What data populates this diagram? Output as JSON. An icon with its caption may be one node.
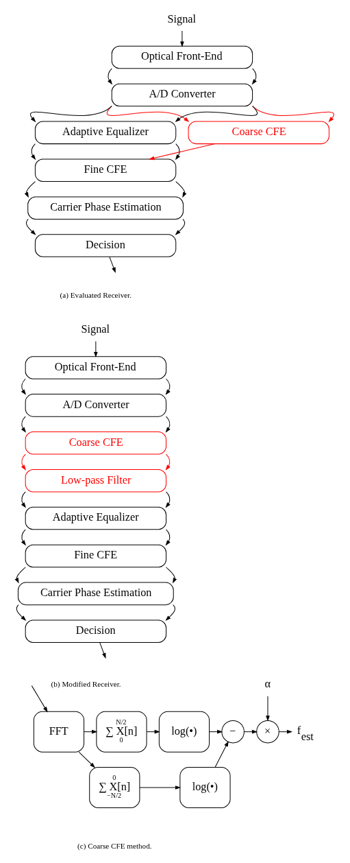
{
  "diagram": {
    "nodes": [
      {
        "text": [
          "Signal"
        ]
      },
      {
        "text": [
          "Optical Front-End"
        ]
      },
      {
        "text": [
          "A/D Converter"
        ]
      },
      {
        "text": [
          "Coarse CFE"
        ]
      },
      {
        "text": [
          "Adaptive Equalizer"
        ]
      },
      {
        "text": [
          "Fine CFE"
        ]
      },
      {
        "text": [
          "Carrier Phase Estimation"
        ]
      },
      {
        "text": [
          "Decision"
        ]
      },
      {
        "text": [
          "Signal"
        ]
      },
      {
        "text": [
          "Optical Front-End"
        ]
      },
      {
        "text": [
          "A/D Converter"
        ]
      },
      {
        "text": [
          "Coarse CFE"
        ]
      },
      {
        "text": [
          "Low-pass Filter"
        ]
      },
      {
        "text": [
          "Adaptive Equalizer"
        ]
      },
      {
        "text": [
          "Fine CFE"
        ]
      },
      {
        "text": [
          "Carrier Phase Estimation"
        ]
      },
      {
        "text": [
          "Decision"
        ]
      },
      {
        "text": [
          "FFT"
        ]
      },
      {
        "text": [
          "N/2",
          "∑ X[n]",
          "0"
        ]
      },
      {
        "text": [
          "log(•)"
        ]
      },
      {
        "text": [
          "0",
          "∑ X[n]",
          "−N/2"
        ]
      },
      {
        "text": [
          "log(•)"
        ]
      },
      {
        "text": [
          "−"
        ]
      },
      {
        "text": [
          "×"
        ]
      },
      {
        "text": [
          "α"
        ]
      },
      {
        "text": [
          "f$_{est}$"
        ]
      }
    ],
    "edges": [
      {
        "from": 0,
        "to": 1,
        "arrow": "to"
      },
      {
        "from": 1,
        "to": 2,
        "arrow": "to"
      },
      {
        "from": 1,
        "to": 2,
        "arrow": "to"
      },
      {
        "from": 2,
        "to": 3,
        "arrow": "to",
        "color": "#ff0000"
      },
      {
        "from": 2,
        "to": 3,
        "arrow": "to",
        "color": "#ff0000"
      },
      {
        "from": 2,
        "to": 4,
        "arrow": "to"
      },
      {
        "from": 2,
        "to": 4,
        "arrow": "to"
      },
      {
        "from": 3,
        "to": 5,
        "arrow": "to",
        "color": "#ff0000"
      },
      {
        "from": 4,
        "to": 5,
        "arrow": "to"
      },
      {
        "from": 4,
        "to": 5,
        "arrow": "to"
      },
      {
        "from": 5,
        "to": 6,
        "arrow": "to"
      },
      {
        "from": 5,
        "to": 6,
        "arrow": "to"
      },
      {
        "from": 6,
        "to": 7,
        "arrow": "to"
      },
      {
        "from": 6,
        "to": 7,
        "arrow": "to"
      },
      {
        "from": 7,
        "to": null,
        "arrow": "to"
      },
      {
        "from": 8,
        "to": 9,
        "arrow": "to"
      },
      {
        "from": 9,
        "to": 10,
        "arrow": "to"
      },
      {
        "from": 9,
        "to": 10,
        "arrow": "to"
      },
      {
        "from": 10,
        "to": 11,
        "arrow": "to"
      },
      {
        "from": 10,
        "to": 11,
        "arrow": "to"
      },
      {
        "from": 11,
        "to": 12,
        "arrow": "to",
        "color": "#ff0000"
      },
      {
        "from": 11,
        "to": 12,
        "arrow": "to",
        "color": "#ff0000"
      },
      {
        "from": 12,
        "to": 13,
        "arrow": "to"
      },
      {
        "from": 12,
        "to": 13,
        "arrow": "to"
      },
      {
        "from": 13,
        "to": 14,
        "arrow": "to"
      },
      {
        "from": 13,
        "to": 14,
        "arrow": "to"
      },
      {
        "from": 14,
        "to": 15,
        "arrow": "to"
      },
      {
        "from": 14,
        "to": 15,
        "arrow": "to"
      },
      {
        "from": 15,
        "to": 16,
        "arrow": "to"
      },
      {
        "from": 15,
        "to": 16,
        "arrow": "to"
      },
      {
        "from": 16,
        "to": null,
        "arrow": "to"
      },
      {
        "from": null,
        "to": 17,
        "arrow": "to"
      },
      {
        "from": 17,
        "to": 18,
        "arrow": "to"
      },
      {
        "from": 17,
        "to": 20,
        "arrow": "to"
      },
      {
        "from": 18,
        "to": 19,
        "arrow": "to"
      },
      {
        "from": 20,
        "to": 21,
        "arrow": "to"
      },
      {
        "from": 19,
        "to": 22,
        "arrow": "to"
      },
      {
        "from": 21,
        "to": 22,
        "arrow": "to"
      },
      {
        "from": 24,
        "to": 23,
        "arrow": "to"
      },
      {
        "from": 22,
        "to": 23,
        "arrow": "to"
      },
      {
        "from": 23,
        "to": 25,
        "arrow": "to"
      }
    ],
    "labels": [
      "(a) Evaluated Receiver.",
      "(b) Modified Receiver.",
      "(c) Coarse CFE method."
    ]
  }
}
